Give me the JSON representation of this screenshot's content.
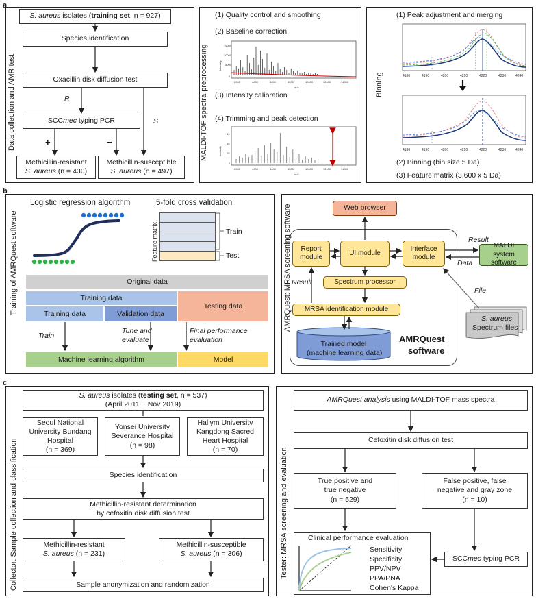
{
  "panels": {
    "a": "a",
    "b": "b",
    "c": "c"
  },
  "a": {
    "side_label": "Data collection and AMR test",
    "isolates_prefix": "S. aureus",
    "isolates_mid": " isolates (",
    "isolates_bold": "training set",
    "isolates_suffix": ", n = 927)",
    "species": "Species identification",
    "oxacillin": "Oxacillin disk diffusion test",
    "r": "R",
    "s": "S",
    "scc_pre": "SCC",
    "scc_it": "mec",
    "scc_post": " typing PCR",
    "plus": "+",
    "minus": "−",
    "mr_line1": "Methicillin-resistant",
    "mr_line2_it": "S. aureus",
    "mr_line2": " (n = 430)",
    "ms_line1": "Methicillin-susceptible",
    "ms_line2_it": "S. aureus",
    "ms_line2": " (n = 497)",
    "maldi_side": "MALDI-TOF spectra preprocessing",
    "step1": "(1) Quality control and smoothing",
    "step2": "(2) Baseline correction",
    "step3": "(3) Intensity calibration",
    "step4": "(4) Trimming and peak detection",
    "spec1_ylabel": "Intensity",
    "spec1_xlabel": "m/z",
    "spec1_yticks": [
      "15000",
      "10000",
      "5000",
      "0"
    ],
    "spec1_xticks": [
      "2000",
      "4000",
      "6000",
      "8000",
      "10000",
      "12000",
      "14000"
    ],
    "spec2_ylabel": "Intensity",
    "spec2_xlabel": "m/z",
    "spec2_yticks": [
      "60",
      "40",
      "20",
      "0"
    ],
    "spec2_xticks": [
      "2000",
      "4000",
      "6000",
      "8000",
      "10000",
      "12000",
      "14000"
    ],
    "binning_side": "Binning",
    "bin1": "(1) Peak adjustment and merging",
    "bin2": "(2) Binning (bin size 5 Da)",
    "bin3": "(3) Feature matrix (3,600 x 5 Da)",
    "bin_xticks": [
      "4180",
      "4190",
      "4200",
      "4210",
      "4220",
      "4230",
      "4240"
    ]
  },
  "b": {
    "side_label": "Training of AMRQuest software",
    "lr_title": "Logistic regression algorithm",
    "cv_title": "5-fold cross validation",
    "feature_matrix": "Feature matrix",
    "train": "Train",
    "test": "Test",
    "original": "Original data",
    "training_data": "Training data",
    "testing_data": "Testing data",
    "training_data2": "Training data",
    "validation_data": "Validation data",
    "lbl_train": "Train",
    "lbl_tune1": "Tune and",
    "lbl_tune2": "evaluate",
    "lbl_final1": "Final performance",
    "lbl_final2": "evaluation",
    "ml_algo": "Machine learning algorithm",
    "model": "Model",
    "screen_side": "AMRQuest: MRSA screening software",
    "web_browser": "Web browser",
    "report1": "Report",
    "report2": "module",
    "ui_module": "UI module",
    "interface1": "Interface",
    "interface2": "module",
    "spectrum_processor": "Spectrum processor",
    "mrsa_module": "MRSA identification module",
    "trained1": "Trained model",
    "trained2": "(machine learning data)",
    "amrquest1": "AMRQuest",
    "amrquest2": "software",
    "result1": "Result",
    "result2": "Result",
    "data": "Data",
    "file": "File",
    "maldi1": "MALDI system",
    "maldi2": "software",
    "spec_files_it": "S. aureus",
    "spec_files": "Spectrum files"
  },
  "c": {
    "side_left": "Collector: Sample collection and classification",
    "iso_it": "S. aureus",
    "iso_mid": " isolates (",
    "iso_bold": "testing set",
    "iso_suffix": ", n = 537)",
    "iso_dates": "(April 2011 ~ Nov 2019)",
    "h1": [
      "Seoul National",
      "University Bundang",
      "Hospital",
      "(n = 369)"
    ],
    "h2": [
      "Yonsei University",
      "Severance Hospital",
      "(n = 98)"
    ],
    "h3": [
      "Hallym University",
      "Kangdong Sacred",
      "Heart Hospital",
      "(n = 70)"
    ],
    "species": "Species identification",
    "mr_det1": "Methicillin-resistant determination",
    "mr_det2": "by cefoxitin disk diffusion test",
    "mr1": "Methicillin-resistant",
    "mr2_it": "S. aureus",
    "mr2": " (n = 231)",
    "ms1": "Methicillin-susceptible",
    "ms2_it": "S. aureus",
    "ms2": " (n = 306)",
    "anon": "Sample anonymization and randomization",
    "side_right": "Tester: MRSA screening and evaluation",
    "amr_analysis_it": "AMRQuest analysis",
    "amr_analysis": " using MALDI-TOF mass spectra",
    "cefoxitin": "Cefoxitin disk diffusion test",
    "tp": [
      "True positive and",
      "true negative",
      "(n = 529)"
    ],
    "fp": [
      "False positive, false",
      "negative and gray zone",
      "(n = 10)"
    ],
    "clinical": "Clinical performance evaluation",
    "metrics": [
      "Sensitivity",
      "Specificity",
      "PPV/NPV",
      "PPA/PNA",
      "Cohen's Kappa"
    ],
    "scc_pre": "SCC",
    "scc_it": "mec",
    "scc_post": " typing PCR"
  }
}
